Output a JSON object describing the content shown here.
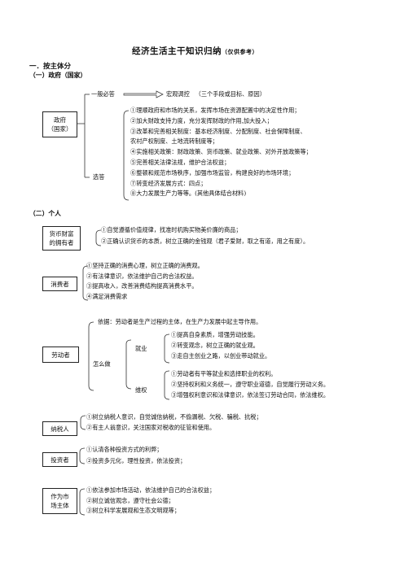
{
  "title": "经济生活主干知识归纳",
  "title_note": "（仅供参考）",
  "h1": "一．按主体分",
  "s1": "（一）政府（国家）",
  "s2": "（二）个人",
  "gov": {
    "box1": "政府",
    "box2": "（国家）",
    "must": "一般必答",
    "macro": "宏观调控",
    "macro_note": "（三个手段或目标、原因）",
    "optional": "选答",
    "items": [
      "①理顺政府和市场的关系，发挥市场在资源配置中的决定性作用；",
      "②加大财政支持力度，充分发挥财政的作用,加大投入；",
      "③改革和完善相关制度：基本经济制度、分配制度、社会保障制度、",
      "农村产权制度、土地流转制度等；",
      "④实施相关政策：财政政策、货币政策、就业政策、对外开放政策等；",
      "⑤完善相关法律法规，维护合法权益；",
      "⑥整顿和规范市场秩序，加强市场监管，构建良好的市场环境；",
      "⑦转变经济发展方式：四点；",
      "⑧大力发展生产力等等。(其他具体结合材料)"
    ]
  },
  "money": {
    "box1": "货币财富",
    "box2": "的拥有者",
    "items": [
      "①自觉遵循价值规律，找准时机购买物美价廉的商品；",
      "②正确认识货币的本质，树立正确的金钱观（君子爱财，取之有道，用之有度）。"
    ]
  },
  "consumer": {
    "box": "消费者",
    "items": [
      "①坚持正确的消费心理，树立正确的消费观。",
      "②有法律意识，依法维护自己的合法权益。",
      "③提高收入，改善消费结构提高消费水平。",
      "④满足消费需求"
    ]
  },
  "worker": {
    "box": "劳动者",
    "basis": "依据：劳动者是生产过程的主体，在生产力发展中起主导作用。",
    "how": "怎么做",
    "job": "就业",
    "job_items": [
      "①提高自身素质，增强劳动技能。",
      "②转变观念，树立正确的就业观。",
      "③走自主创业之路，以创业带动就业。"
    ],
    "rights": "维权",
    "rights_items": [
      "①劳动者有平等就业和选择职业的权利。",
      "②坚持权利和义务统一，遵守职业道德，自觉履行劳动义务。",
      "③增强权利意识和法律意识，依法签订劳动合同，依法维权。"
    ]
  },
  "taxpayer": {
    "box": "纳税人",
    "items": [
      "①树立纳税人意识，自觉诚信纳税，不偷漏税、欠税、骗税、抗税；",
      "②有主人翁意识，关注国家对税收的征管和使用。"
    ]
  },
  "investor": {
    "box": "投资者",
    "items": [
      "①认清各种投资方式的利弊；",
      "②投资多元化，理性投资，依法投资；"
    ]
  },
  "market": {
    "box1": "作为市",
    "box2": "场主体",
    "items": [
      "①依法参加市场活动，依法维护自己的合法权益；",
      "②树立诚信观念，遵守社会公德；",
      "③树立科学发展观和生态文明观等；"
    ]
  }
}
